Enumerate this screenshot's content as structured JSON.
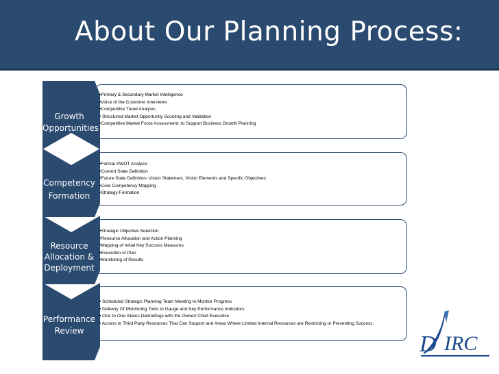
{
  "title": "About Our Planning Process:",
  "colors": {
    "header": "#2a4a6f",
    "chevron": "#2a4a6f",
    "box_border": "#2a4a6f"
  },
  "steps": [
    {
      "label_lines": [
        "Growth",
        "Opportunities"
      ],
      "bullets": [
        "•Primary & Secondary Market Intelligence",
        "•Voice of the Customer Interviews",
        "•Competitive Trend Analysis",
        "• Structured Market Opportunity Scouting and Validation",
        "•Competitive  Market Force  Assessment; to Support  Business Growth Planning"
      ]
    },
    {
      "label_lines": [
        "Competency",
        "Formation"
      ],
      "bullets": [
        "•Formal SWOT Analysis",
        "•Current State Definition",
        "•Future State Definition- Vision Statement, Vision Elements and  Specific Objectives",
        "•Core Competency Mapping",
        "•Strategy  Formation"
      ]
    },
    {
      "label_lines": [
        "Resource",
        "Allocation  &",
        "Deployment"
      ],
      "bullets": [
        "•Strategic Objective Selection",
        "•Resource Allocation and Action Planning",
        "•Mapping of Initial Key Success Measures",
        "•Execution of Plan",
        "•Monitoring of Results"
      ]
    },
    {
      "label_lines": [
        "Performance",
        "Review"
      ],
      "bullets": [
        "• Scheduled Strategic Planning Team Meeting to Monitor Progress",
        "• Delivery Of Monitoring Tools to Gauge and Key Performance Indicators",
        "• One to One Status Debriefings with the Owner/ Chief Executive",
        "• Access to Third Party Resources That Can Support and Areas Where Limited Internal Resources are Restricting or Preventing Success."
      ]
    }
  ],
  "logo": {
    "text_d": "D",
    "text_irc": "IRC"
  }
}
